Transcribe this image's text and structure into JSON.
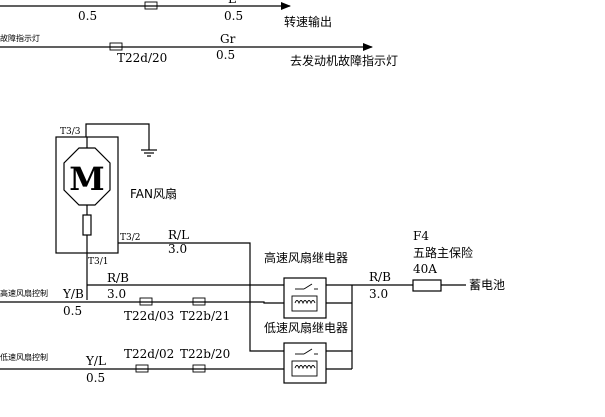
{
  "top_wires": {
    "w1": {
      "gauge_left": "0.5",
      "color_right": "L",
      "gauge_right": "0.5",
      "dest": "转速输出"
    },
    "w2": {
      "source": "故障指示灯",
      "connector": "T22d/20",
      "color": "Gr",
      "gauge": "0.5",
      "dest": "去发动机故障指示灯"
    }
  },
  "fan": {
    "label": "FAN风扇",
    "motor_letter": "M",
    "pin_top": "T3/3",
    "pin_mid": "T3/2",
    "pin_bottom": "T3/1"
  },
  "wires": {
    "rl": {
      "color": "R/L",
      "gauge": "3.0"
    },
    "rb_fan": {
      "color": "R/B",
      "gauge": "3.0"
    },
    "rb_batt": {
      "color": "R/B",
      "gauge": "3.0"
    },
    "yb": {
      "color": "Y/B",
      "gauge": "0.5",
      "conn1": "T22d/03",
      "conn2": "T22b/21",
      "source": "高速风扇控制"
    },
    "yl": {
      "color": "Y/L",
      "gauge": "0.5",
      "conn1": "T22d/02",
      "conn2": "T22b/20",
      "source": "低速风扇控制"
    }
  },
  "relays": {
    "high": "高速风扇继电器",
    "low": "低速风扇继电器"
  },
  "fuse": {
    "id": "F4",
    "name": "五路主保险",
    "rating": "40A"
  },
  "battery": "蓄电池"
}
